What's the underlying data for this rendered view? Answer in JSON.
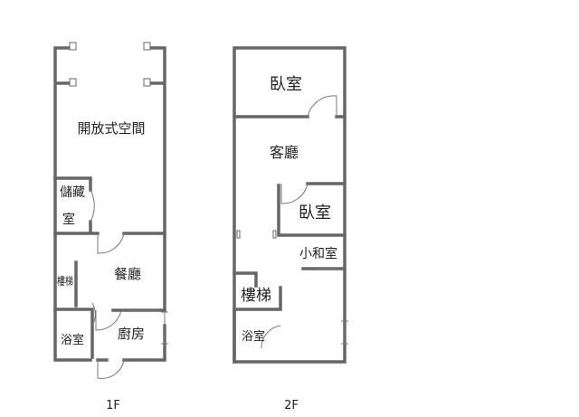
{
  "floors": [
    {
      "label": "1F",
      "rooms": {
        "open": "開放式空間",
        "storage_a": "儲藏",
        "storage_b": "室",
        "stairs": "樓梯",
        "dining": "餐廳",
        "bath": "浴室",
        "kitchen": "廚房"
      }
    },
    {
      "label": "2F",
      "rooms": {
        "bed1": "臥室",
        "living": "客廳",
        "bed2": "臥室",
        "tatami": "小和室",
        "stairs": "樓梯",
        "bath": "浴室"
      }
    }
  ]
}
